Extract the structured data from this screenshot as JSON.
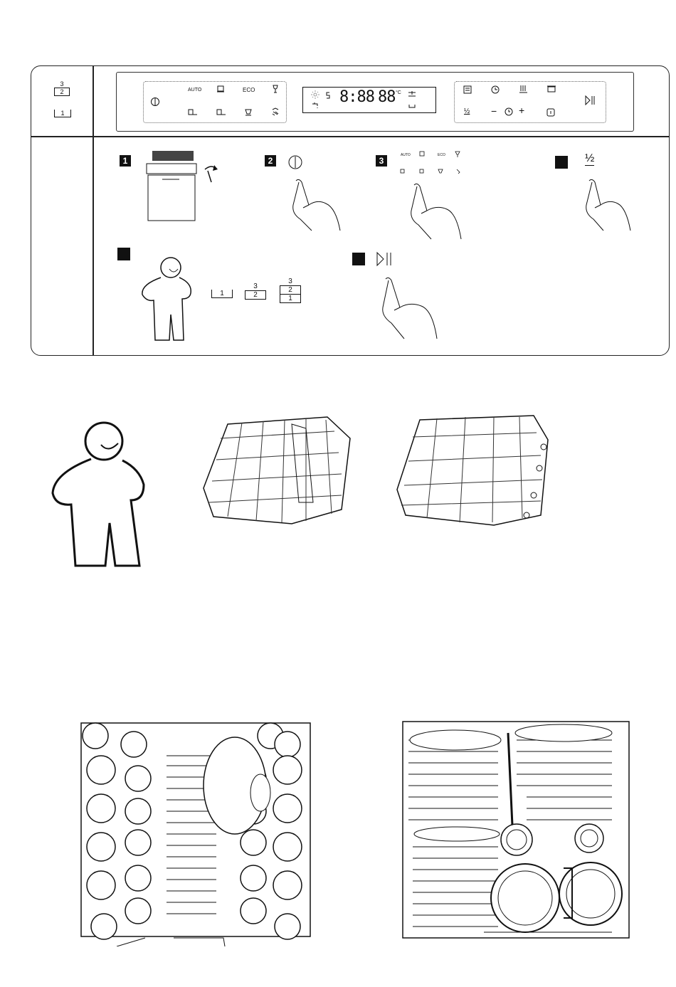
{
  "control_panel": {
    "side_badges": {
      "top": [
        "3",
        "2"
      ],
      "bottom": "1"
    },
    "left_group": {
      "auto": "AUTO",
      "eco": "ECO"
    },
    "display": {
      "time": "8:88",
      "temp": "88",
      "unit": "°C"
    },
    "right_group": {
      "half_load": "½",
      "play_pause": "▷||",
      "minus": "−",
      "plus": "+"
    }
  },
  "steps": {
    "step1": "1",
    "step2": "2",
    "step3": "3",
    "step2_symbol": "⏻",
    "step3_labels": {
      "auto": "AUTO",
      "eco": "ECO"
    },
    "step4_symbol": "½",
    "step6_symbol": "▷||",
    "rack_levels": {
      "single": [
        "1"
      ],
      "double": [
        "3",
        "2"
      ],
      "triple": [
        "3",
        "2",
        "1"
      ]
    }
  },
  "colors": {
    "ink": "#111111",
    "paper": "#ffffff"
  },
  "icons": [
    "power-icon",
    "auto-icon",
    "eco-icon",
    "glass-icon",
    "hand-finger-icon",
    "person-icon",
    "dishwasher-icon",
    "rack-icon",
    "play-pause-icon"
  ]
}
